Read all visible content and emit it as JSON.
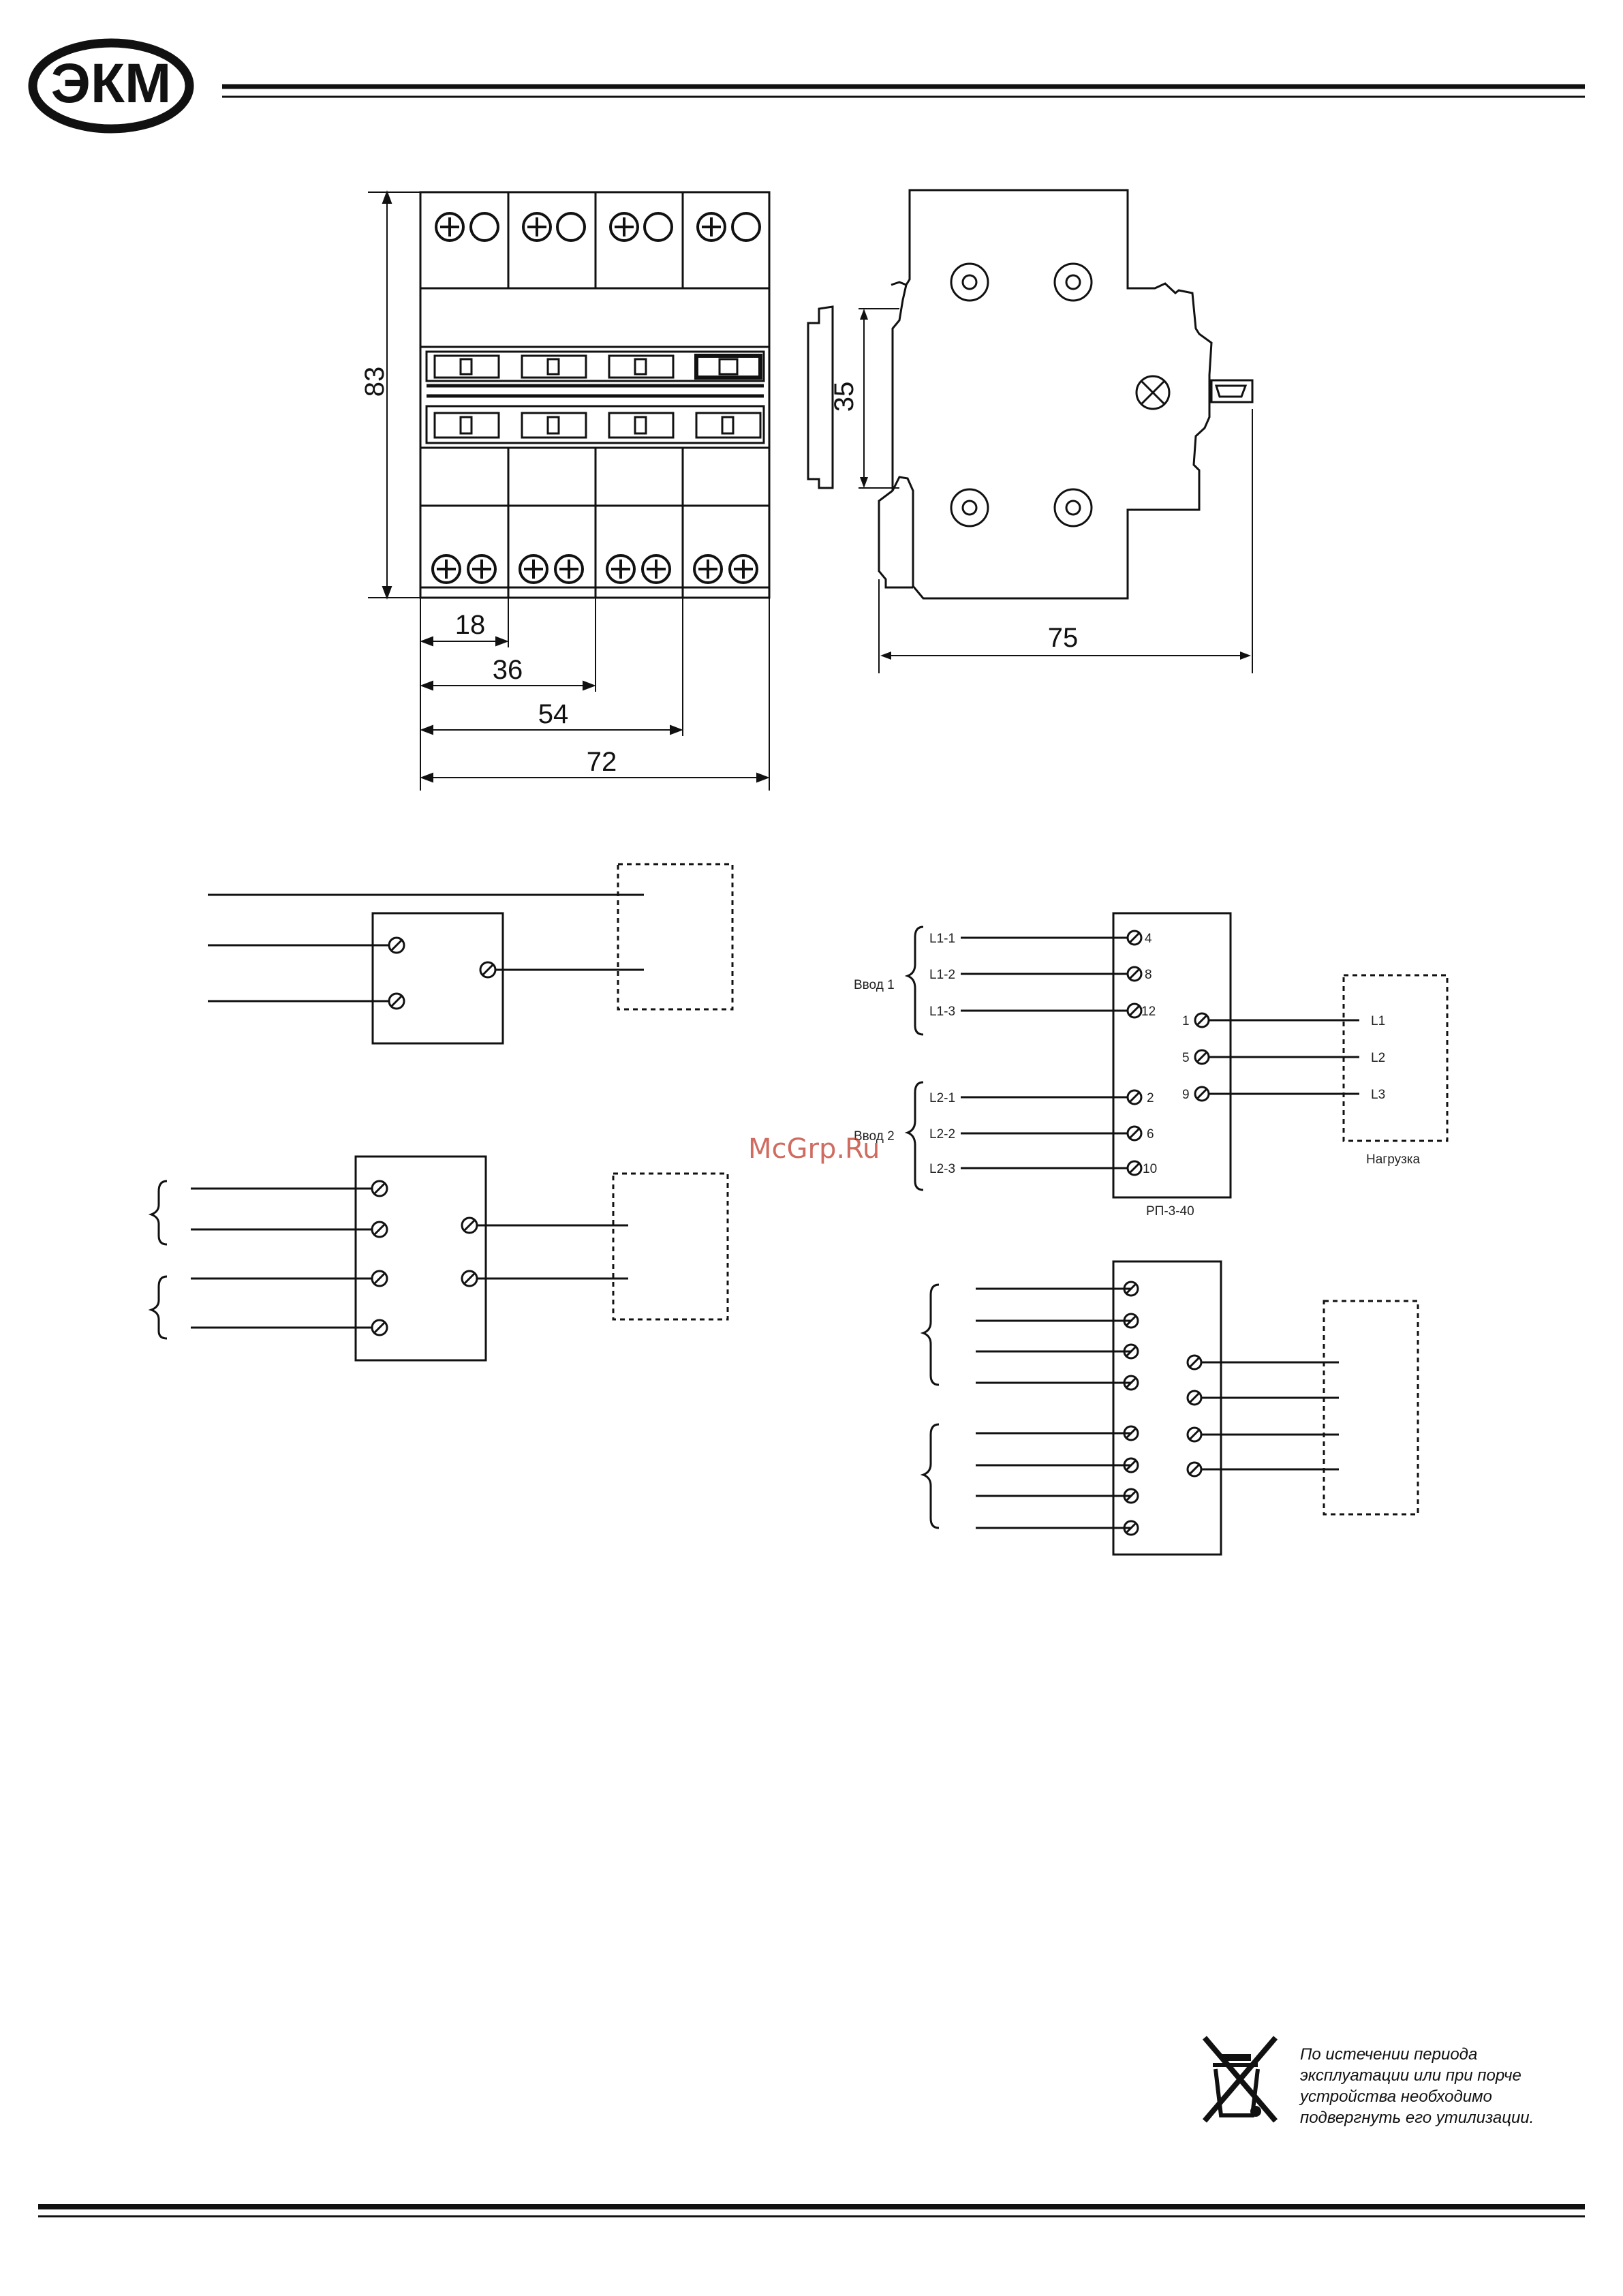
{
  "header": {
    "logo_text": "ЭКМ"
  },
  "dimensions": {
    "height": "83",
    "depth_rail": "35",
    "depth": "75",
    "width_1": "18",
    "width_2": "36",
    "width_3": "54",
    "width_4": "72"
  },
  "watermark": "McGrp.Ru",
  "wiring_rp340": {
    "input_1": "Ввод 1",
    "input_2": "Ввод 2",
    "input_1_lines": [
      {
        "label": "L1-1",
        "terminal": "4"
      },
      {
        "label": "L1-2",
        "terminal": "8"
      },
      {
        "label": "L1-3",
        "terminal": "12"
      }
    ],
    "input_2_lines": [
      {
        "label": "L2-1",
        "terminal": "2"
      },
      {
        "label": "L2-2",
        "terminal": "6"
      },
      {
        "label": "L2-3",
        "terminal": "10"
      }
    ],
    "output_lines": [
      {
        "label": "L1",
        "terminal": "1"
      },
      {
        "label": "L2",
        "terminal": "5"
      },
      {
        "label": "L3",
        "terminal": "9"
      }
    ],
    "load": "Нагрузка",
    "model": "РП-3-40"
  },
  "disposal_notice": [
    "По истечении периода",
    "эксплуатации или при порче",
    "устройства необходимо",
    "подвергнуть его утилизации."
  ]
}
